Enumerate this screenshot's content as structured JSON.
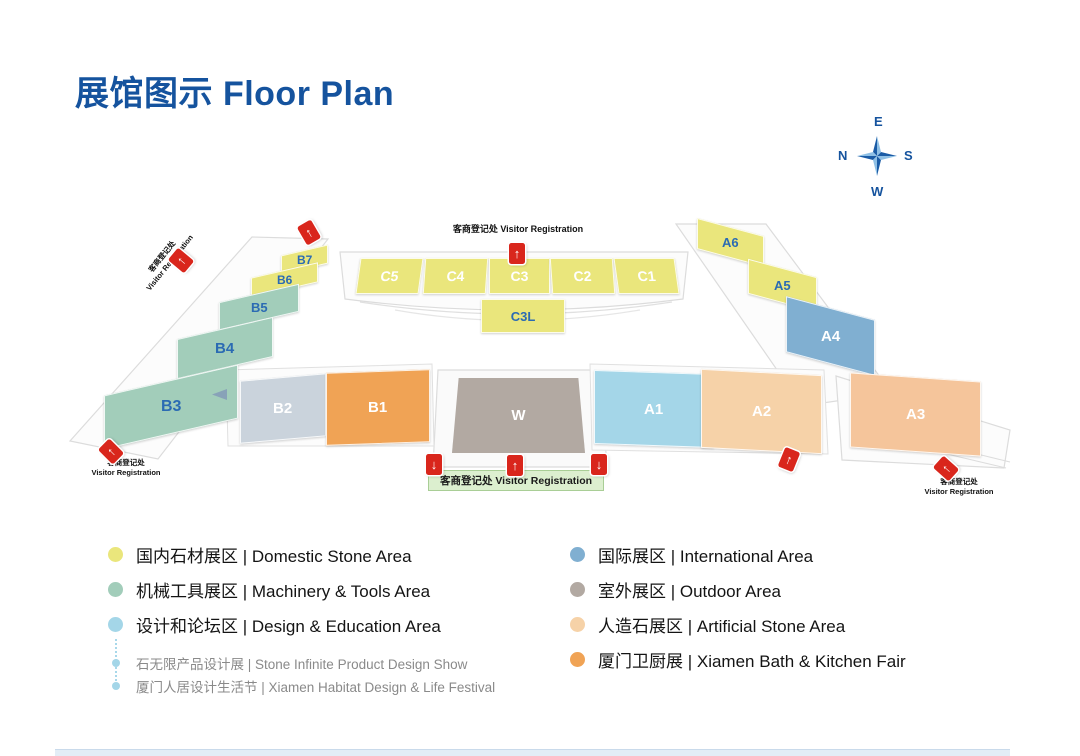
{
  "page": {
    "title": "展馆图示 Floor Plan"
  },
  "compass": {
    "e": "E",
    "n": "N",
    "s": "S",
    "w": "W"
  },
  "registration": {
    "cn": "客商登记处",
    "en": "Visitor Registration",
    "full": "客商登记处 Visitor Registration"
  },
  "banner": "客商登记处 Visitor Registration",
  "halls": {
    "c5": "C5",
    "c4": "C4",
    "c3": "C3",
    "c2": "C2",
    "c1": "C1",
    "c3l": "C3L",
    "b7": "B7",
    "b6": "B6",
    "b5": "B5",
    "b4": "B4",
    "b3": "B3",
    "b2": "B2",
    "b1": "B1",
    "w": "W",
    "a6": "A6",
    "a5": "A5",
    "a4": "A4",
    "a3": "A3",
    "a2": "A2",
    "a1": "A1"
  },
  "icons": {
    "arrow_up": "↑",
    "arrow_down": "↓",
    "compass_star": "compass-star",
    "legend_dot": "color-dot"
  },
  "colors": {
    "title_blue": "#15539E",
    "arrow_red": "#D9261C",
    "banner_green": "#DCEFCF",
    "domestic": "#EAE67C",
    "machinery": "#A2CDBA",
    "design": "#A4D6E8",
    "international": "#80AFD1",
    "outdoor": "#B2A9A2",
    "artificial": "#F6D2A8",
    "bath_kitchen": "#F0A355",
    "b2_fill": "#CAD3DC",
    "a3_fill": "#F5C59B"
  },
  "legend": {
    "left": [
      {
        "label": "国内石材展区 | Domestic Stone Area"
      },
      {
        "label": "机械工具展区 | Machinery & Tools Area"
      },
      {
        "label": "设计和论坛区 | Design & Education Area"
      }
    ],
    "left_sub": [
      {
        "label": "石无限产品设计展 | Stone Infinite Product Design Show"
      },
      {
        "label": "厦门人居设计生活节 | Xiamen Habitat Design & Life Festival"
      }
    ],
    "right": [
      {
        "label": "国际展区 | International Area"
      },
      {
        "label": "室外展区 | Outdoor Area"
      },
      {
        "label": "人造石展区 | Artificial Stone Area"
      },
      {
        "label": "厦门卫厨展 | Xiamen Bath & Kitchen Fair"
      }
    ]
  }
}
